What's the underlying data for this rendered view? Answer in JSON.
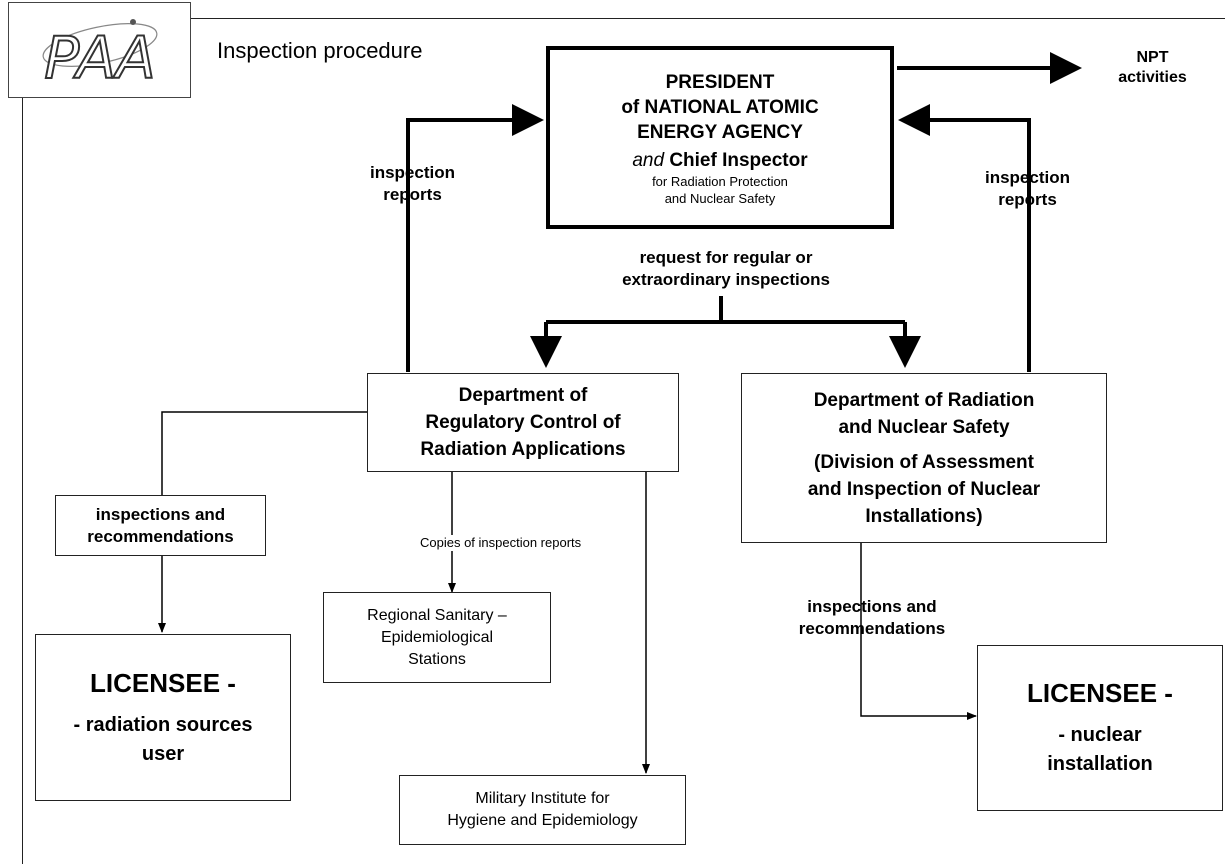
{
  "header": {
    "logo_text": "PAA",
    "title": "Inspection procedure"
  },
  "president": {
    "line1": "PRESIDENT",
    "line2": "of NATIONAL ATOMIC",
    "line3": "ENERGY AGENCY",
    "and_text": "and",
    "chief": "Chief Inspector",
    "sub1": "for Radiation Protection",
    "sub2": "and Nuclear Safety"
  },
  "npt": {
    "line1": "NPT",
    "line2": "activities"
  },
  "labels": {
    "reports_left_1": "inspection",
    "reports_left_2": "reports",
    "reports_right_1": "inspection",
    "reports_right_2": "reports",
    "request_1": "request for regular or",
    "request_2": "extraordinary inspections",
    "insp_left_1": "inspections and",
    "insp_left_2": "recommendations",
    "insp_right_1": "inspections and",
    "insp_right_2": "recommendations",
    "copies": "Copies of inspection reports"
  },
  "dept_left": {
    "line1": "Department of",
    "line2": "Regulatory Control of",
    "line3": "Radiation Applications"
  },
  "dept_right": {
    "line1": "Department of Radiation",
    "line2": "and Nuclear Safety",
    "line3": "(Division of Assessment",
    "line4": "and Inspection of Nuclear",
    "line5": "Installations)"
  },
  "sanitary": {
    "line1": "Regional Sanitary –",
    "line2": "Epidemiological",
    "line3": "Stations"
  },
  "military": {
    "line1": "Military Institute for",
    "line2": "Hygiene and Epidemiology"
  },
  "licensee_left": {
    "title": "LICENSEE -",
    "line1": "- radiation sources",
    "line2": "user"
  },
  "licensee_right": {
    "title": "LICENSEE -",
    "line1": "- nuclear",
    "line2": "installation"
  }
}
